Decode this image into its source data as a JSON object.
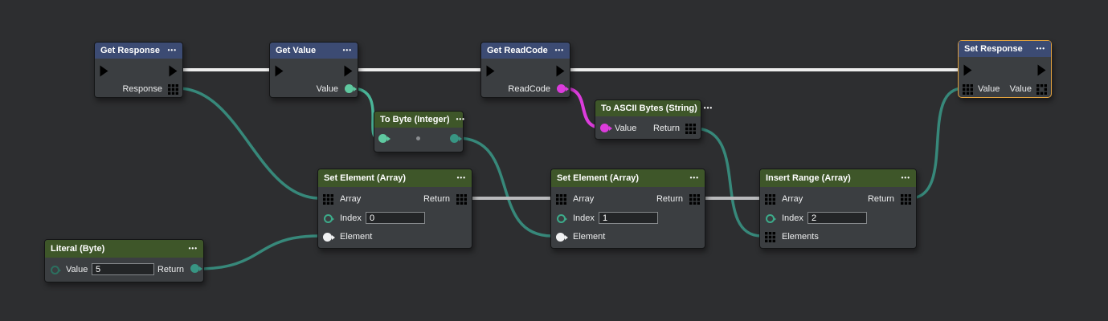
{
  "ui": {
    "menu_dots": "•••"
  },
  "colors": {
    "background": "#2d2e30",
    "node_body": "#3b3e41",
    "header_blue": "#3c4b73",
    "header_green": "#3e5629",
    "selection_orange": "#e2a23e",
    "wire_exec_white": "#ededed",
    "wire_teal": "#37887a",
    "wire_gray": "#b9babc",
    "wire_magenta": "#dc3cdc",
    "pin_mint": "#5fc9a0",
    "pin_teal_grid": "#2e8070",
    "pin_white": "#f1f2f3"
  },
  "nodes": {
    "get_response": {
      "title": "Get Response",
      "output_label": "Response"
    },
    "get_value": {
      "title": "Get Value",
      "output_label": "Value"
    },
    "get_readcode": {
      "title": "Get ReadCode",
      "output_label": "ReadCode"
    },
    "set_response": {
      "title": "Set Response",
      "input_label": "Value",
      "output_label": "Value"
    },
    "to_byte": {
      "title": "To Byte (Integer)"
    },
    "to_ascii_bytes": {
      "title": "To ASCII Bytes (String)",
      "input_label": "Value",
      "output_label": "Return"
    },
    "set_element_1": {
      "title": "Set Element (Array)",
      "pins": {
        "array": "Array",
        "index": "Index",
        "element": "Element",
        "return": "Return"
      },
      "index_value": "0"
    },
    "set_element_2": {
      "title": "Set Element (Array)",
      "pins": {
        "array": "Array",
        "index": "Index",
        "element": "Element",
        "return": "Return"
      },
      "index_value": "1"
    },
    "insert_range": {
      "title": "Insert Range (Array)",
      "pins": {
        "array": "Array",
        "index": "Index",
        "elements": "Elements",
        "return": "Return"
      },
      "index_value": "2"
    },
    "literal_byte": {
      "title": "Literal (Byte)",
      "pins": {
        "value": "Value",
        "return": "Return"
      },
      "value": "5"
    }
  }
}
